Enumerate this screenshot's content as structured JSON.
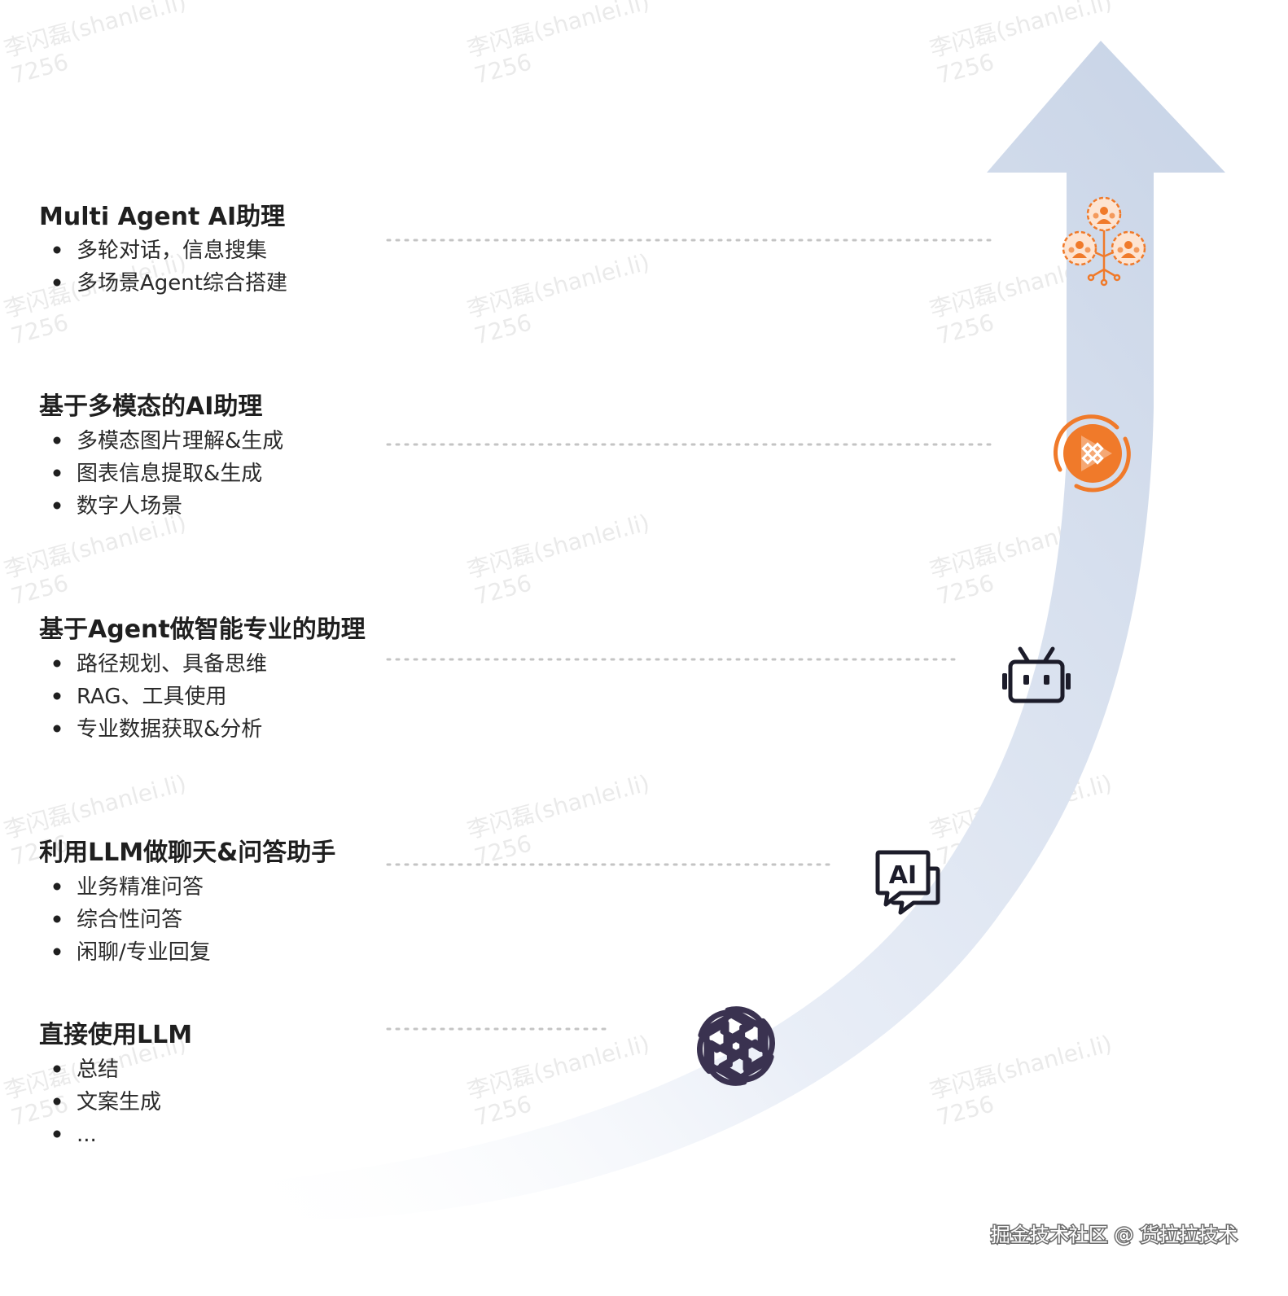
{
  "colors": {
    "arrow_dark": "#c7d3e6",
    "arrow_light": "#eef2f8",
    "accent_orange": "#f07a2a",
    "icon_dark": "#1c1c2a",
    "openai_purple": "#3a3250",
    "connector": "#c4c4c4"
  },
  "stages": [
    {
      "title": "直接使用LLM",
      "icon": "openai-logo-icon",
      "bullets": [
        "总结",
        "文案生成",
        "..."
      ]
    },
    {
      "title": "利用LLM做聊天&问答助手",
      "icon": "ai-chat-bubble-icon",
      "bullets": [
        "业务精准问答",
        "综合性问答",
        "闲聊/专业回复"
      ]
    },
    {
      "title": "基于Agent做智能专业的助理",
      "icon": "robot-icon",
      "bullets": [
        "路径规划、具备思维",
        "RAG、工具使用",
        "专业数据获取&分析"
      ]
    },
    {
      "title": "基于多模态的AI助理",
      "icon": "multimodal-play-icon",
      "bullets": [
        "多模态图片理解&生成",
        "图表信息提取&生成",
        "数字人场景"
      ]
    },
    {
      "title": "Multi Agent AI助理",
      "icon": "multi-agent-network-icon",
      "bullets": [
        "多轮对话，信息搜集",
        "多场景Agent综合搭建"
      ]
    }
  ],
  "watermark": {
    "line1": "李闪磊(shanlei.li)",
    "line2": "7256"
  },
  "footer": "掘金技术社区 @ 货拉拉技术"
}
